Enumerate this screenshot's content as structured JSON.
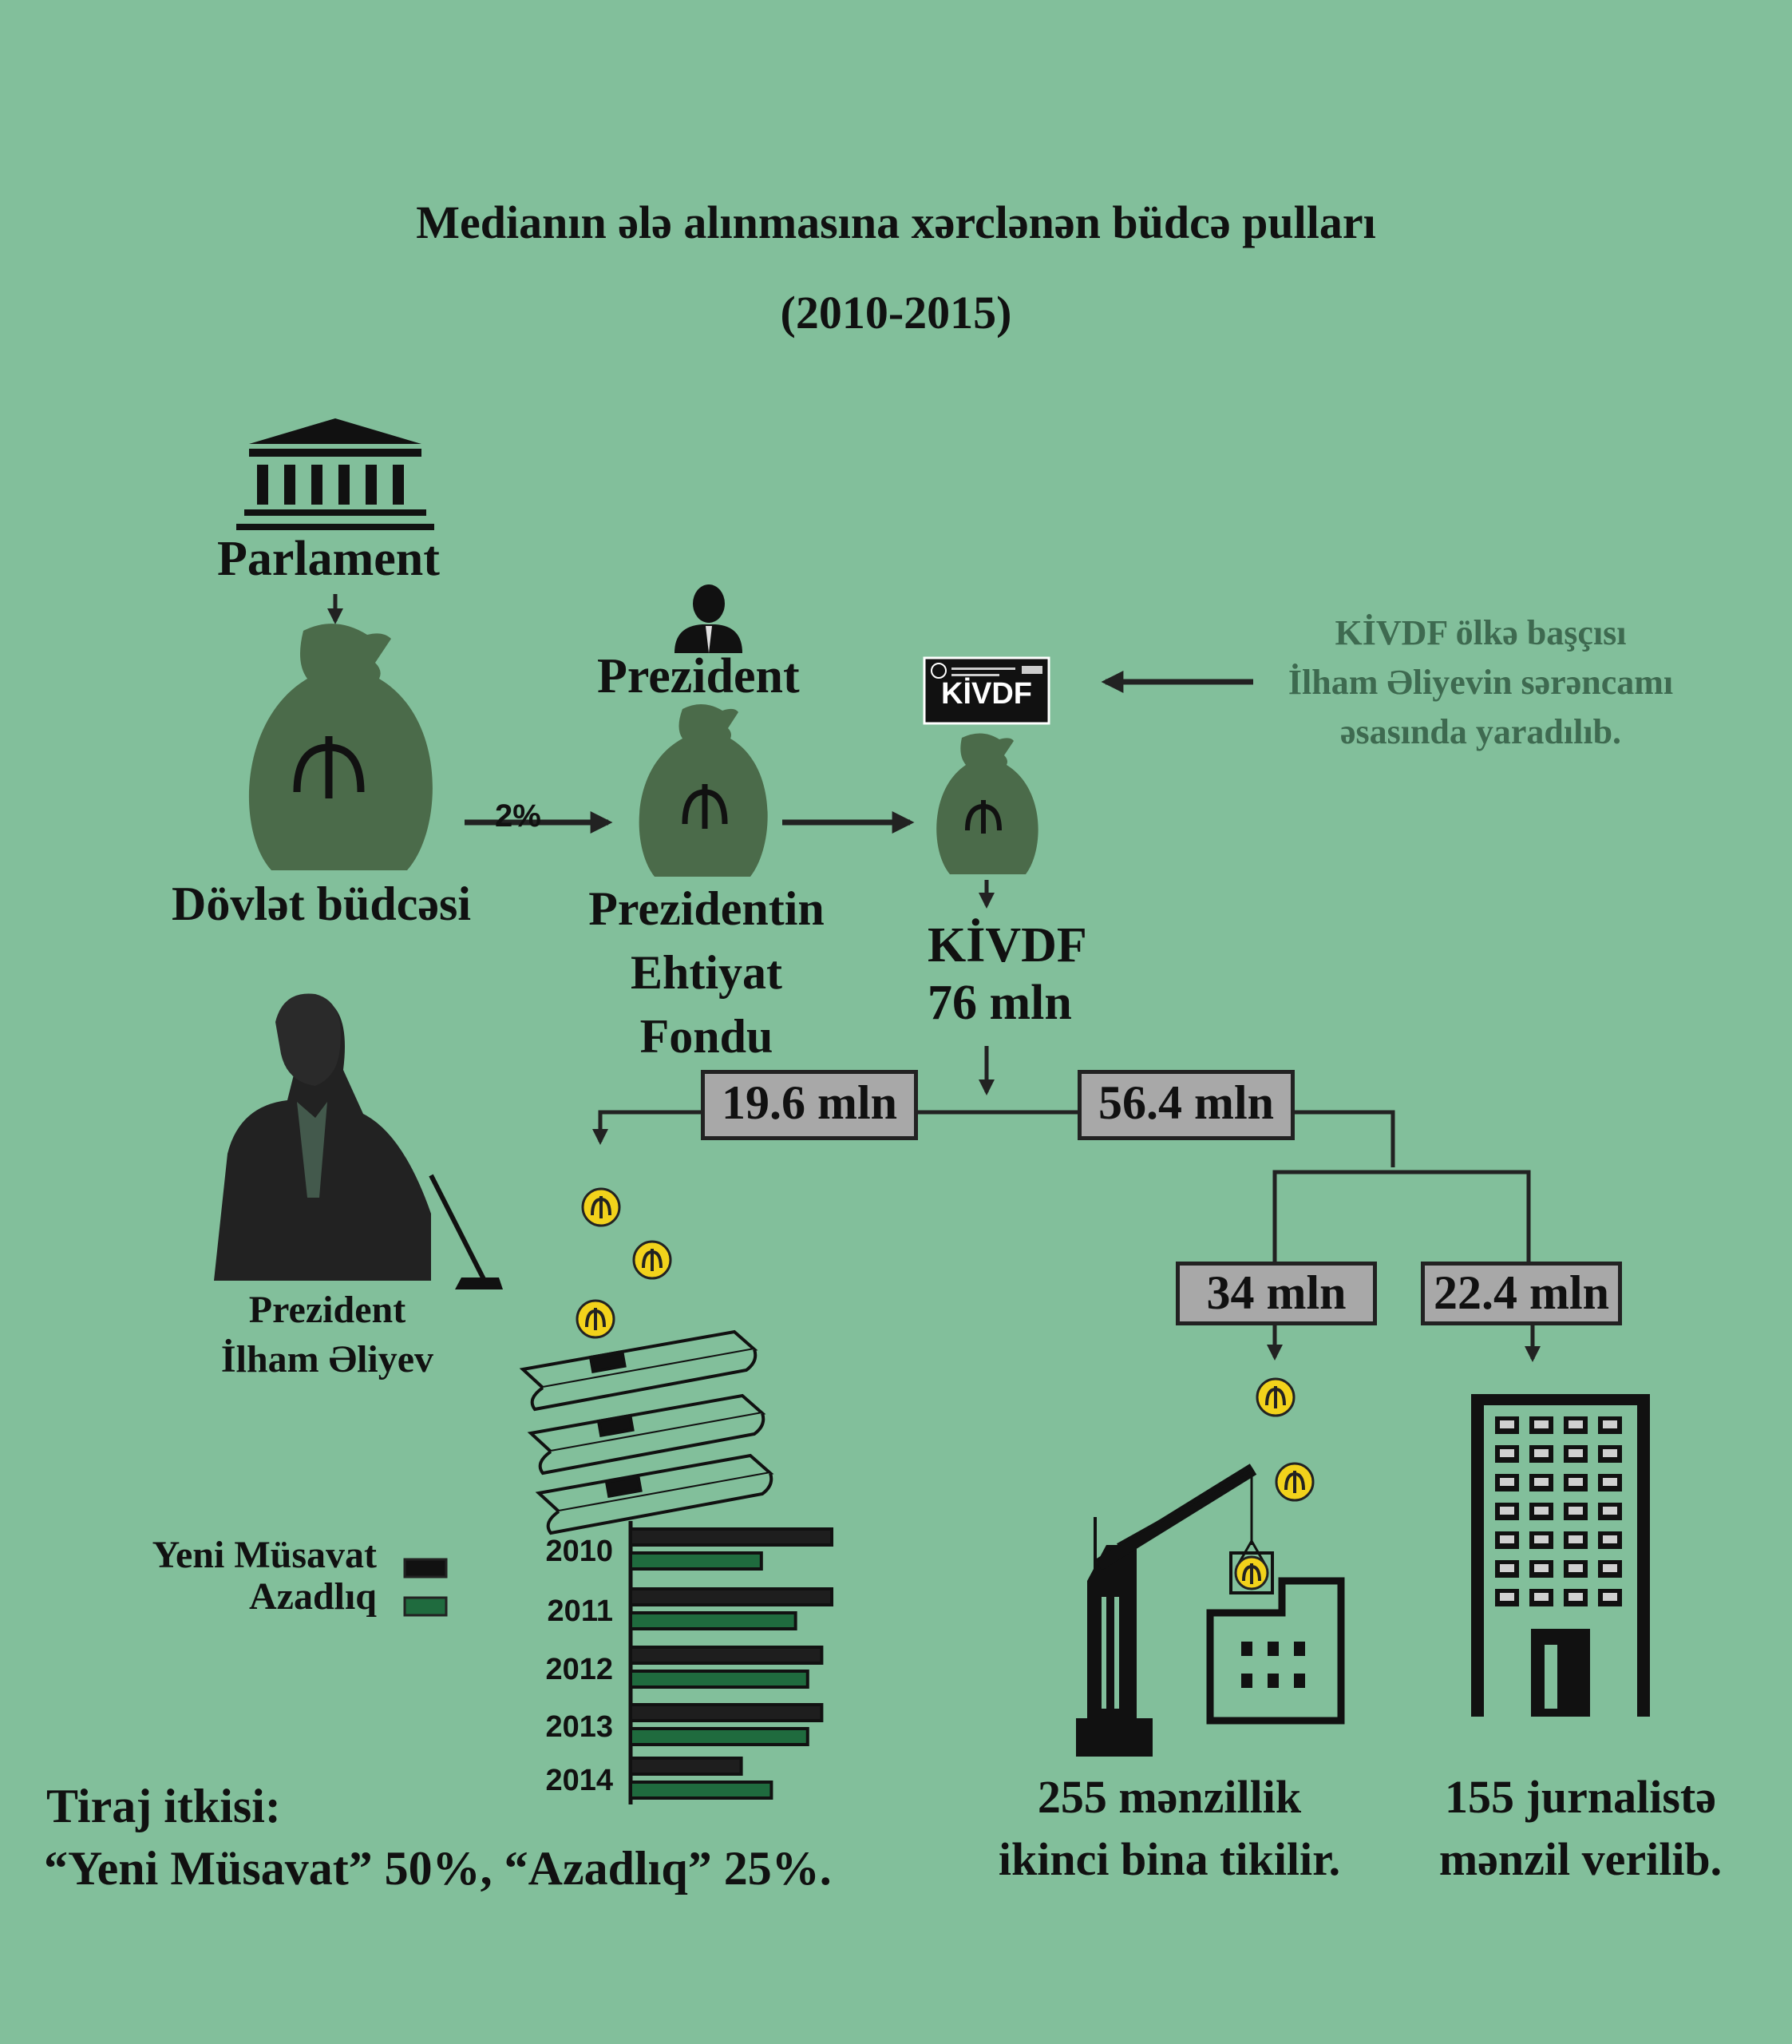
{
  "title": {
    "line1": "Medianın ələ alınmasına xərclənən büdcə pulları",
    "line2": "(2010-2015)"
  },
  "nodes": {
    "parliament": "Parlament",
    "state_budget": "Dövlət büdcəsi",
    "president": "Prezident",
    "reserve_fund": [
      "Prezidentin",
      "Ehtiyat",
      "Fondu"
    ],
    "kivdf_name": "KİVDF",
    "kivdf_amount": "76 mln",
    "kivdf_logo": "KİVDF",
    "transfer_percent": "2%"
  },
  "note": {
    "lines": [
      "KİVDF ölkə başçısı",
      "İlham Əliyevin sərəncamı",
      "əsasında yaradılıb."
    ]
  },
  "amounts": {
    "left": "19.6 mln",
    "right": "56.4 mln",
    "housing_new": "34 mln",
    "housing_given": "22.4 mln"
  },
  "portrait_caption": [
    "Prezident",
    "İlham Əliyev"
  ],
  "chart_data": {
    "type": "bar",
    "categories": [
      "2010",
      "2011",
      "2012",
      "2013",
      "2014"
    ],
    "series": [
      {
        "name": "Yeni Müsavat",
        "values": [
          100,
          100,
          95,
          95,
          55
        ],
        "color": "#1e1e1e"
      },
      {
        "name": "Azadlıq",
        "values": [
          65,
          82,
          88,
          88,
          70
        ],
        "color": "#1f6b3e"
      }
    ],
    "xlabel": "",
    "ylabel": "",
    "legend": "left"
  },
  "circulation": {
    "heading": "Tiraj itkisi:",
    "detail": "“Yeni Müsavat” 50%, “Azadlıq” 25%."
  },
  "outcomes": {
    "construction": [
      "255 mənzillik",
      "ikinci bina tikilir."
    ],
    "given": [
      "155 jurnalistə",
      "mənzil verilib."
    ]
  },
  "colors": {
    "background": "#82bf9b",
    "bag": "#4b6b4a",
    "box": "#a8a8a8",
    "coin": "#f2d21b",
    "note_text": "#3e6a50"
  }
}
